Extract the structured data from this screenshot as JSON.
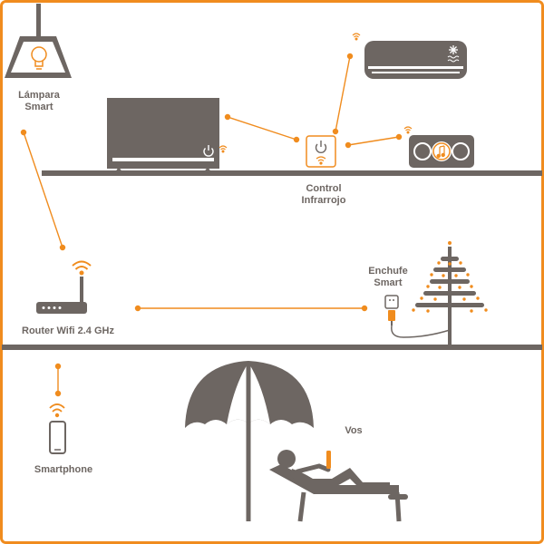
{
  "labels": {
    "lamp_line1": "Lámpara",
    "lamp_line2": "Smart",
    "ir_line1": "Control",
    "ir_line2": "Infrarrojo",
    "router": "Router Wifi 2.4 GHz",
    "plug_line1": "Enchufe",
    "plug_line2": "Smart",
    "smartphone": "Smartphone",
    "you": "Vos"
  },
  "icons": {
    "lamp": "ceiling-lamp-icon",
    "tv": "television-icon",
    "ac": "air-conditioner-icon",
    "ir": "ir-control-power-icon",
    "stereo": "stereo-music-icon",
    "router": "wifi-router-icon",
    "plug": "smart-plug-icon",
    "tree": "christmas-tree-lights-icon",
    "phone": "smartphone-icon",
    "umbrella": "beach-umbrella-icon",
    "person": "person-on-lounger-icon"
  },
  "colors": {
    "frame": "#f08c1e",
    "accent": "#f08c1e",
    "device": "#6d6662",
    "text": "#6d6662",
    "background": "#ffffff"
  }
}
